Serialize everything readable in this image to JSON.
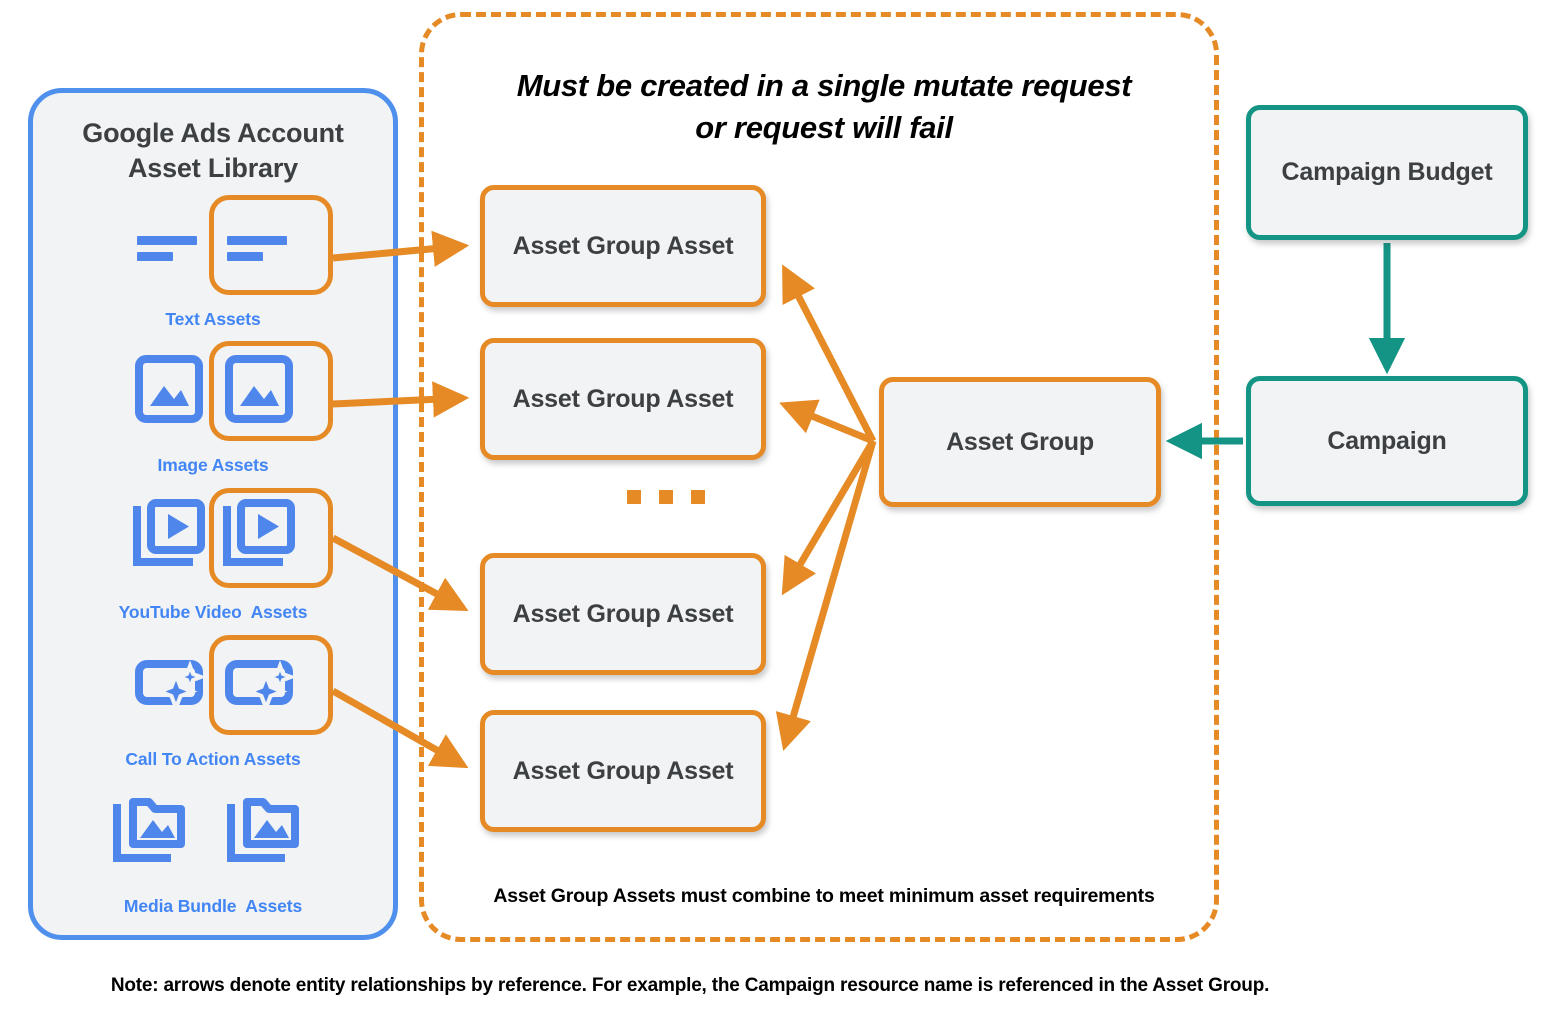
{
  "colors": {
    "orange": "#e68a26",
    "blue": "#4285f4",
    "blue_border": "#5090ed",
    "teal": "#149484",
    "node_fill": "#f1f3f4",
    "text_dark": "#3c4043"
  },
  "library": {
    "title": "Google Ads Account\nAsset Library",
    "title_line1": "Google Ads Account",
    "title_line2": "Asset Library",
    "assets": [
      {
        "caption": "Text Assets",
        "icon": "text-asset-icon",
        "highlighted": true
      },
      {
        "caption": "Image Assets",
        "icon": "image-asset-icon",
        "highlighted": true
      },
      {
        "caption": "YouTube Video  Assets",
        "icon": "video-asset-icon",
        "highlighted": true
      },
      {
        "caption": "Call To Action Assets",
        "icon": "call-to-action-icon",
        "highlighted": true
      },
      {
        "caption": "Media Bundle  Assets",
        "icon": "media-bundle-asset-icon",
        "highlighted": false
      }
    ]
  },
  "mutate_container": {
    "title_line1": "Must be created in a single mutate request",
    "title_line2": "or request will fail",
    "footnote": "Asset Group Assets must combine to meet minimum asset requirements",
    "ellipsis": "..."
  },
  "nodes": {
    "asset_group_assets": [
      {
        "label": "Asset Group Asset"
      },
      {
        "label": "Asset Group Asset"
      },
      {
        "label": "Asset Group Asset"
      },
      {
        "label": "Asset Group Asset"
      }
    ],
    "asset_group": {
      "label": "Asset Group"
    },
    "campaign_budget": {
      "label": "Campaign Budget"
    },
    "campaign": {
      "label": "Campaign"
    }
  },
  "note": "Note: arrows denote entity relationships by reference. For example, the Campaign resource name is referenced in the Asset Group."
}
